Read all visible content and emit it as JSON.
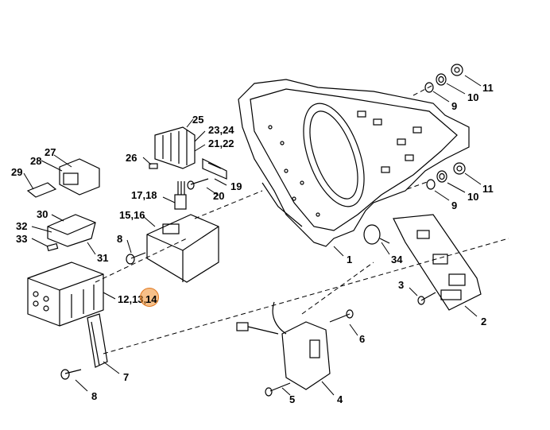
{
  "title": "Exploded parts diagram - control box",
  "highlight_color": "#f08c28",
  "labels": {
    "l1": "1",
    "l2": "2",
    "l3": "3",
    "l4": "4",
    "l5": "5",
    "l6": "6",
    "l7": "7",
    "l8a": "8",
    "l8b": "8",
    "l9a": "9",
    "l9b": "9",
    "l10a": "10",
    "l10b": "10",
    "l11a": "11",
    "l11b": "11",
    "l12": "12,13,",
    "l14": "14",
    "l1516": "15,16",
    "l1718": "17,18",
    "l19": "19",
    "l20": "20",
    "l2122": "21,22",
    "l2324": "23,24",
    "l25": "25",
    "l26": "26",
    "l27": "27",
    "l28": "28",
    "l29": "29",
    "l30": "30",
    "l31": "31",
    "l32": "32",
    "l33": "33",
    "l34": "34"
  }
}
